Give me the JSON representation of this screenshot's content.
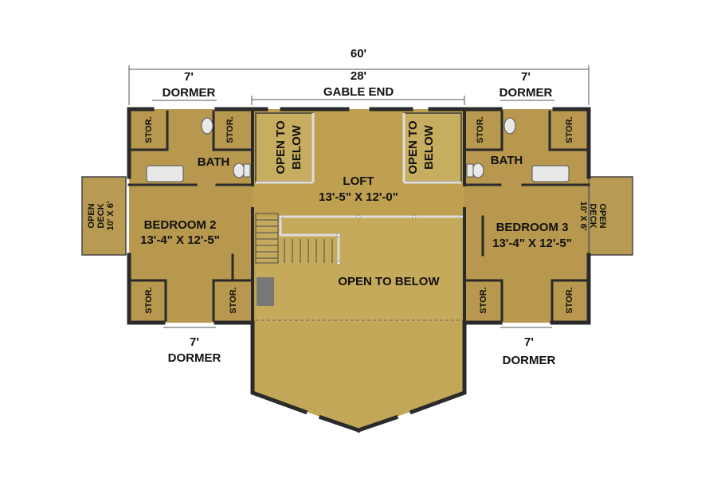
{
  "dimensions": {
    "overall": "60'",
    "gable_width": "28'",
    "gable_label": "GABLE END",
    "dormer_top_left_width": "7'",
    "dormer_top_left_label": "DORMER",
    "dormer_top_right_width": "7'",
    "dormer_top_right_label": "DORMER",
    "dormer_bottom_left_width": "7'",
    "dormer_bottom_left_label": "DORMER",
    "dormer_bottom_right_width": "7'",
    "dormer_bottom_right_label": "DORMER"
  },
  "rooms": {
    "bedroom2_name": "BEDROOM 2",
    "bedroom2_size": "13'-4\" X 12'-5\"",
    "bedroom3_name": "BEDROOM 3",
    "bedroom3_size": "13'-4\" X 12'-5\"",
    "loft_name": "LOFT",
    "loft_size": "13'-5\" X 12'-0\"",
    "bath_left": "BATH",
    "bath_right": "BATH",
    "open_below_main": "OPEN TO BELOW",
    "open_below_left_l1": "OPEN TO",
    "open_below_left_l2": "BELOW",
    "open_below_right_l1": "OPEN TO",
    "open_below_right_l2": "BELOW",
    "deck_left_l1": "OPEN",
    "deck_left_l2": "DECK",
    "deck_left_l3": "10' X 6'",
    "deck_right_l1": "OPEN",
    "deck_right_l2": "DECK",
    "deck_right_l3": "10' X 6'",
    "storage_label": "STOR."
  },
  "colors": {
    "floor": "#b7984e",
    "open_area": "#c1a757",
    "wall": "#2a2a2a",
    "deck": "#b89a52"
  }
}
